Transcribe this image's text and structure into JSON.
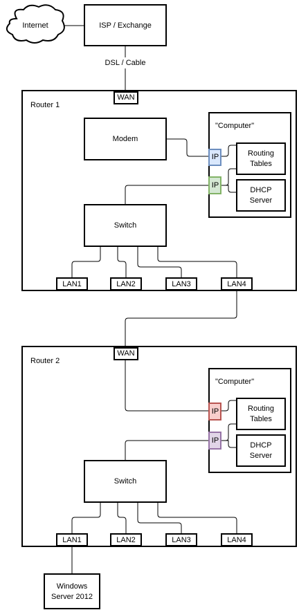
{
  "cloud": {
    "label": "Internet"
  },
  "isp": {
    "label": "ISP / Exchange"
  },
  "uplink": {
    "label": "DSL / Cable"
  },
  "router1": {
    "title": "Router 1",
    "wan": "WAN",
    "modem": "Modem",
    "computer": "\"Computer\"",
    "ip_top": "IP",
    "ip_bottom": "IP",
    "routing": [
      "Routing",
      "Tables"
    ],
    "dhcp": [
      "DHCP",
      "Server"
    ],
    "switch": "Switch",
    "lans": [
      "LAN1",
      "LAN2",
      "LAN3",
      "LAN4"
    ]
  },
  "router2": {
    "title": "Router 2",
    "wan": "WAN",
    "computer": "\"Computer\"",
    "ip_top": "IP",
    "ip_bottom": "IP",
    "routing": [
      "Routing",
      "Tables"
    ],
    "dhcp": [
      "DHCP",
      "Server"
    ],
    "switch": "Switch",
    "lans": [
      "LAN1",
      "LAN2",
      "LAN3",
      "LAN4"
    ]
  },
  "server": {
    "lines": [
      "Windows",
      "Server 2012"
    ]
  },
  "colors": {
    "ip_blue_fill": "#dae8fc",
    "ip_blue_stroke": "#6c8ebf",
    "ip_green_fill": "#d5e8d4",
    "ip_green_stroke": "#82b366",
    "ip_red_fill": "#f8cecc",
    "ip_red_stroke": "#b85450",
    "ip_purple_fill": "#e1d5e7",
    "ip_purple_stroke": "#9673a6"
  }
}
